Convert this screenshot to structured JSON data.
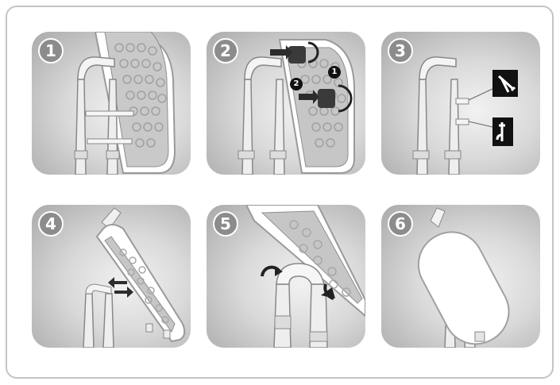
{
  "steps": [
    {
      "number": "1"
    },
    {
      "number": "2",
      "callouts": [
        "1",
        "2"
      ]
    },
    {
      "number": "3"
    },
    {
      "number": "4"
    },
    {
      "number": "5"
    },
    {
      "number": "6"
    }
  ]
}
